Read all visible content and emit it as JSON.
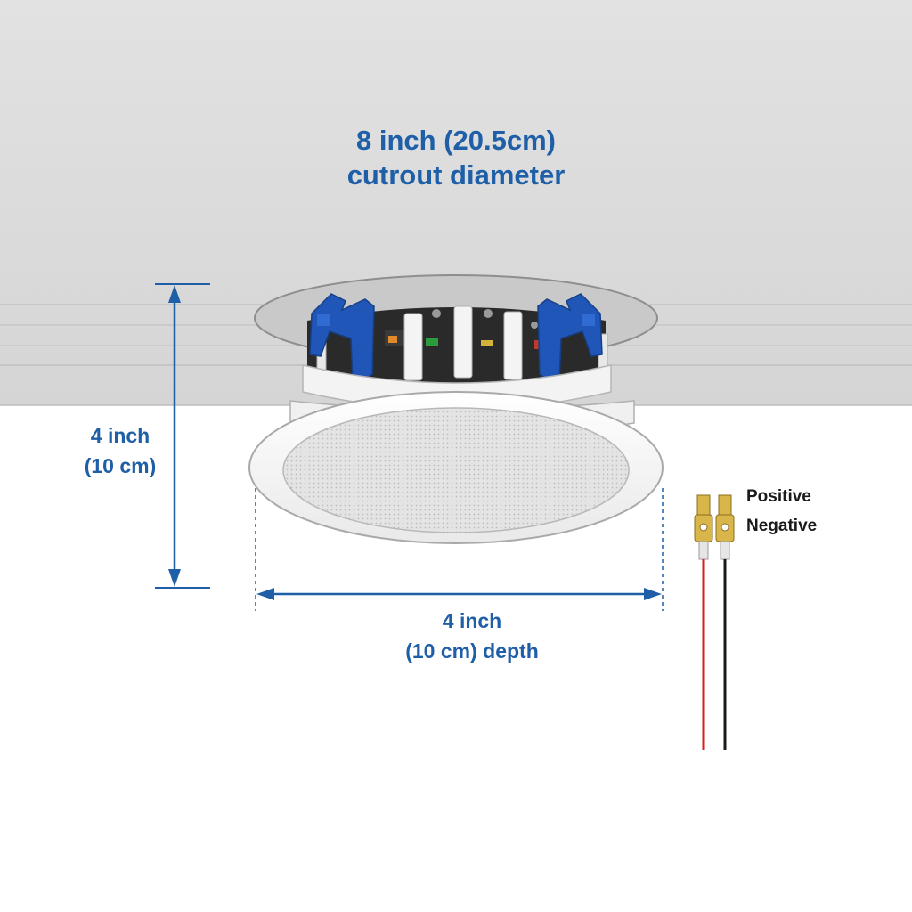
{
  "labels": {
    "cutout_line1": "8 inch (20.5cm)",
    "cutout_line2": "cutrout diameter",
    "height_line1": "4 inch",
    "height_line2": "(10 cm)",
    "depth_line1": "4 inch",
    "depth_line2": "(10 cm) depth",
    "positive": "Positive",
    "negative": "Negative"
  },
  "colors": {
    "dimension_blue": "#1f5fa8",
    "clip_blue": "#1f56b8",
    "ceiling_gray": "#dcdcdc",
    "grille_gray": "#e6e6e6",
    "terminal_gold": "#d9b64a",
    "positive_wire": "#d81e1e",
    "negative_wire": "#1a1a1a"
  },
  "icons": {
    "speaker": "ceiling-speaker-icon",
    "terminals": "spade-terminal-icon"
  }
}
